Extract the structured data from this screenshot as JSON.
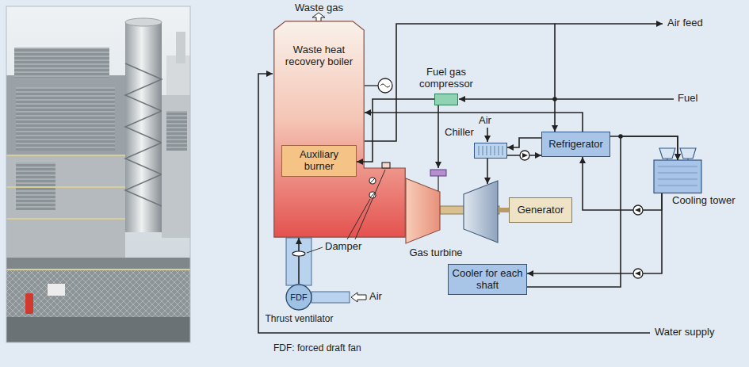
{
  "diagram": {
    "nodes": [
      {
        "text": [
          "Waste heat recovery boiler"
        ]
      },
      {
        "text": [
          "Auxiliary burner"
        ],
        "in": 0
      },
      {
        "text": [
          "Fuel gas compressor"
        ]
      },
      {
        "text": [
          "Refrigerator"
        ]
      },
      {
        "text": [
          "Chiller"
        ]
      },
      {
        "text": [
          "Gas turbine"
        ]
      },
      {
        "text": [
          "Generator"
        ]
      },
      {
        "text": [
          "Cooling tower"
        ]
      },
      {
        "text": [
          "Cooler for each shaft"
        ]
      },
      {
        "text": [
          "FDF",
          "Thrust ventilator"
        ]
      }
    ],
    "edges": [
      {
        "from": 0,
        "to": 3,
        "arrow": "to"
      },
      {
        "from": 3,
        "to": 0,
        "arrow": "to"
      },
      {
        "from": 2,
        "to": 1,
        "arrow": "to"
      },
      {
        "from": 2,
        "to": 5,
        "arrow": "to"
      },
      {
        "from": 3,
        "to": 4,
        "arrow": "to"
      },
      {
        "from": 4,
        "to": 3,
        "arrow": "to"
      },
      {
        "from": 4,
        "to": 5,
        "arrow": "to"
      },
      {
        "from": 5,
        "to": 6,
        "arrow": "none"
      },
      {
        "from": 3,
        "to": 7,
        "arrow": "to"
      },
      {
        "from": 7,
        "to": 3,
        "arrow": "to"
      },
      {
        "from": 7,
        "to": 8,
        "arrow": "to"
      },
      {
        "from": 8,
        "to": 7,
        "arrow": "to"
      },
      {
        "from": 9,
        "to": 0,
        "arrow": "to"
      }
    ],
    "labels": [
      "Waste gas",
      "Air feed",
      "Fuel",
      "Air",
      "Air",
      "Damper",
      "Water supply",
      "FDF: forced draft fan"
    ]
  }
}
